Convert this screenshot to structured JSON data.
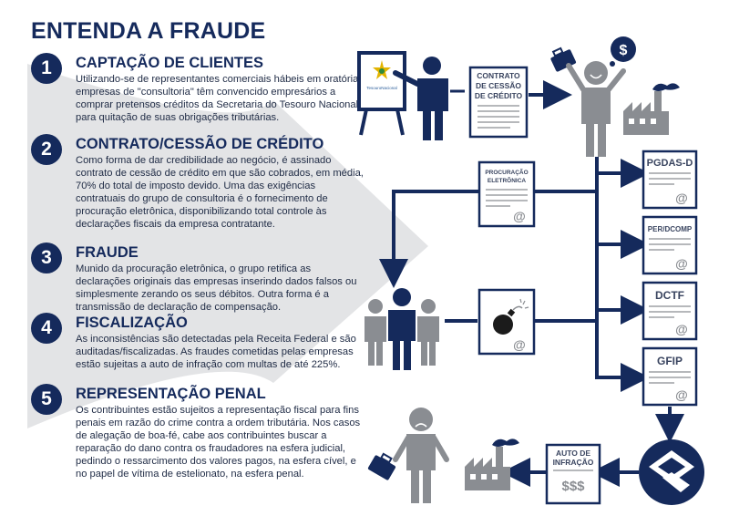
{
  "title": "ENTENDA A FRAUDE",
  "steps": [
    {
      "number": "1",
      "heading": "CAPTAÇÃO DE CLIENTES",
      "body": "Utilizando-se de representantes comerciais hábeis em oratória, empresas de \"consultoria\" têm convencido empresários a comprar pretensos créditos da Secretaria do Tesouro Nacional para quitação de suas obrigações tributárias."
    },
    {
      "number": "2",
      "heading": "CONTRATO/CESSÃO DE CRÉDITO",
      "body": "Como forma de dar credibilidade ao negócio, é assinado contrato de cessão de crédito em que são cobrados, em média, 70% do total de imposto devido. Uma das exigências contratuais do grupo de consultoria é o fornecimento de procuração eletrônica, disponibilizando total controle às declarações fiscais da empresa contratante."
    },
    {
      "number": "3",
      "heading": "FRAUDE",
      "body": "Munido da procuração eletrônica, o grupo retifica as declarações originais das empresas inserindo dados falsos ou simplesmente zerando os seus débitos. Outra forma é a transmissão de declaração de compensação."
    },
    {
      "number": "4",
      "heading": "FISCALIZAÇÃO",
      "body": "As inconsistências são detectadas pela Receita Federal e são auditadas/fiscalizadas. As fraudes cometidas pelas empresas estão sujeitas a auto de infração com multas de até 225%."
    },
    {
      "number": "5",
      "heading": "REPRESENTAÇÃO PENAL",
      "body": "Os contribuintes estão sujeitos a representação fiscal para fins penais em razão do crime contra a ordem tributária. Nos casos de alegação de boa-fé, cabe aos contribuintes buscar a reparação do dano contra os fraudadores na esfera judicial, pedindo o ressarcimento dos valores pagos, na esfera cível, e no papel de vítima de estelionato, na esfera penal."
    }
  ],
  "diagram": {
    "easel_label": "TesouroNacional",
    "contract_doc": [
      "CONTRATO",
      "DE CESSÃO",
      "DE CRÉDITO"
    ],
    "dollar_symbol": "$",
    "procuracao_doc": [
      "PROCURAÇÃO",
      "ELETRÔNICA"
    ],
    "at_symbol": "@",
    "declarations": [
      "PGDAS-D",
      "PER/DCOMP",
      "DCTF",
      "GFIP"
    ],
    "auto_doc": [
      "AUTO DE",
      "INFRAÇÃO"
    ],
    "money_text": "$$$"
  },
  "colors": {
    "navy": "#152a5c",
    "gray": "#8a8d92",
    "light_gray": "#d9dadc",
    "doc_border": "#152a5c"
  }
}
